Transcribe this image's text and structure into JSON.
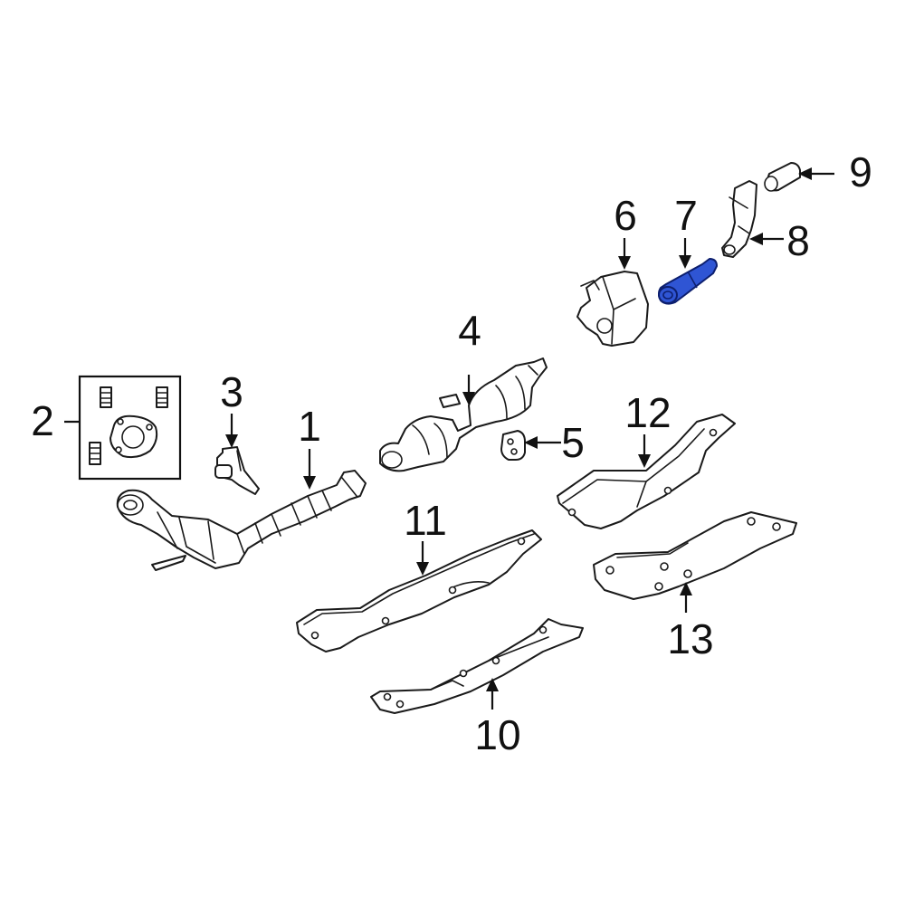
{
  "diagram": {
    "highlight_color": "#2f55d4",
    "callouts": [
      {
        "id": "1",
        "label": "1"
      },
      {
        "id": "2",
        "label": "2"
      },
      {
        "id": "3",
        "label": "3"
      },
      {
        "id": "4",
        "label": "4"
      },
      {
        "id": "5",
        "label": "5"
      },
      {
        "id": "6",
        "label": "6"
      },
      {
        "id": "7",
        "label": "7",
        "highlighted": true
      },
      {
        "id": "8",
        "label": "8"
      },
      {
        "id": "9",
        "label": "9"
      },
      {
        "id": "10",
        "label": "10"
      },
      {
        "id": "11",
        "label": "11"
      },
      {
        "id": "12",
        "label": "12"
      },
      {
        "id": "13",
        "label": "13"
      }
    ]
  }
}
